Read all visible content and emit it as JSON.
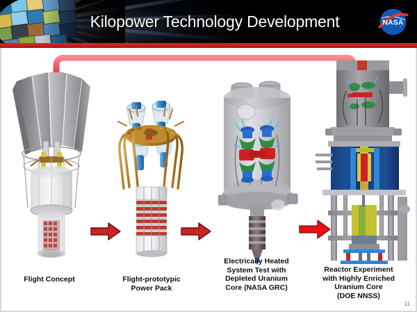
{
  "header": {
    "title": "Kilopower Technology Development",
    "logo_name": "nasa-meatball-logo",
    "logo_text": "NASA",
    "accent_bar_color": "#c41c1c",
    "background_color": "#000000",
    "mosaic_name": "photo-mosaic-graphic"
  },
  "slide": {
    "page_number": "11",
    "background_color": "#ffffff",
    "border_color": "#d8d8d8"
  },
  "flow": {
    "forward_arrows": [
      {
        "name": "arrow-concept-to-powerpack",
        "color": "#cc2222"
      },
      {
        "name": "arrow-powerpack-to-system-test",
        "color": "#cc2222"
      },
      {
        "name": "arrow-system-test-to-reactor",
        "color": "#ee1111"
      }
    ],
    "feedback_arrow": {
      "name": "feedback-loop-arrow",
      "color": "#f0555f",
      "direction": "right-to-left"
    }
  },
  "stages": [
    {
      "id": "flight-concept",
      "caption": "Flight Concept",
      "caption_lines": [
        "Flight Concept"
      ],
      "figure_name": "flight-concept-render",
      "colors": {
        "radiator": "#9a9a9e",
        "structure": "#c9c9cd",
        "core": "#c06060"
      }
    },
    {
      "id": "power-pack",
      "caption": "Flight-prototypic Power Pack",
      "caption_lines": [
        "Flight-prototypic",
        "Power Pack"
      ],
      "figure_name": "flight-prototypic-power-pack-render",
      "colors": {
        "converter": "#2a7fc4",
        "heatpipes": "#b8822c",
        "heater": "#c0392b"
      }
    },
    {
      "id": "system-test",
      "caption": "Electrically Heated System Test with Depleted Uranium Core (NASA GRC)",
      "caption_lines": [
        "Electrically Heated",
        "System Test with",
        "Depleted Uranium",
        "Core (NASA GRC)"
      ],
      "figure_name": "electrically-heated-system-test-render",
      "colors": {
        "chamber": "#b9b9bd",
        "converter": "#1f5fbf",
        "manifold": "#cc2222",
        "shield": "#2e8b45"
      }
    },
    {
      "id": "reactor-experiment",
      "caption": "Reactor Experiment with Highly Enriched Uranium Core (DOE NNSS)",
      "caption_lines": [
        "Reactor Experiment",
        "with Highly Enriched",
        "Uranium Core",
        "(DOE NNSS)"
      ],
      "figure_name": "reactor-experiment-render",
      "colors": {
        "vessel": "#8e8e92",
        "reflector": "#123a78",
        "frame": "#9b9b9f",
        "core": "#b5b52c"
      }
    }
  ]
}
